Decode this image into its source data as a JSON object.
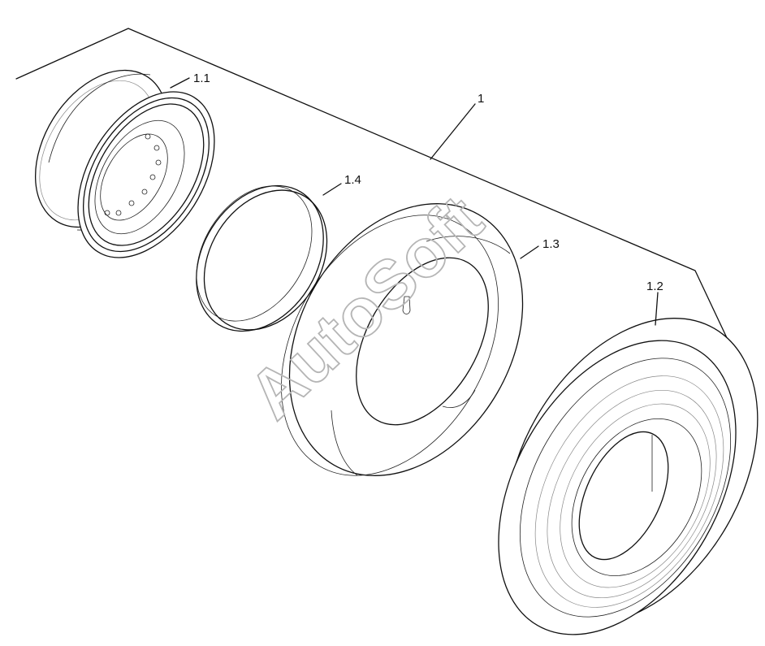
{
  "callouts": {
    "assembly": "1",
    "rim": "1.1",
    "tyre": "1.2",
    "tube": "1.3",
    "flap": "1.4"
  },
  "watermark": "AutoSoft"
}
